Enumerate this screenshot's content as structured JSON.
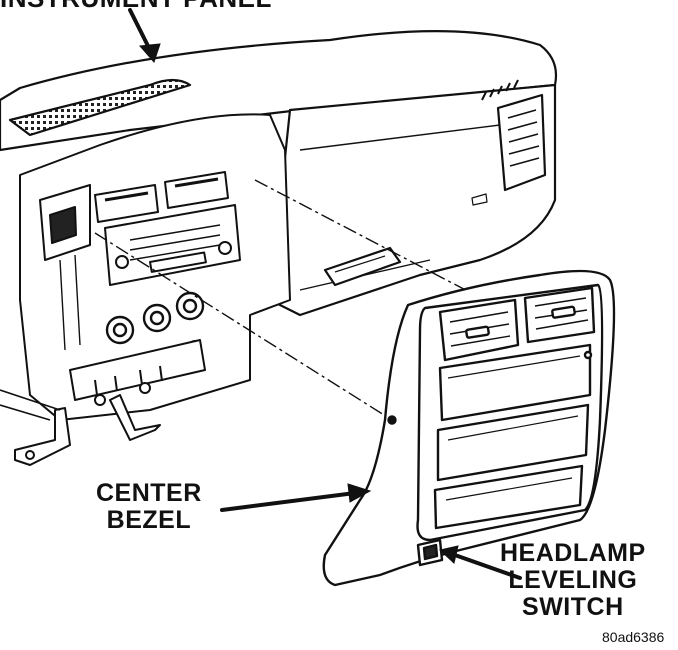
{
  "diagram": {
    "top_label": "INSTRUMENT PANEL",
    "center_bezel_label": [
      "CENTER",
      "BEZEL"
    ],
    "headlamp_label": [
      "HEADLAMP",
      "LEVELING",
      "SWITCH"
    ],
    "figure_id": "80ad6386"
  }
}
